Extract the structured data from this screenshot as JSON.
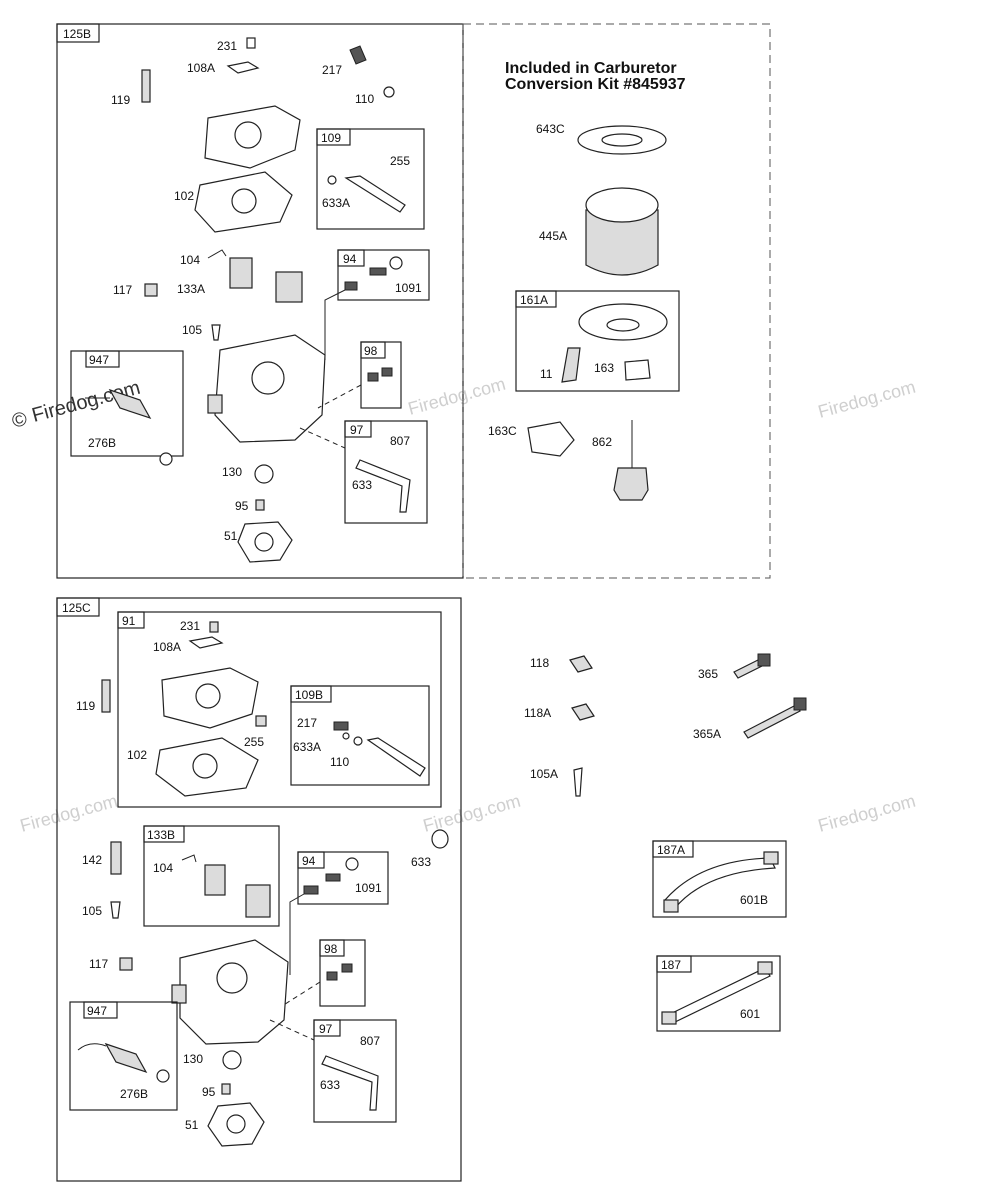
{
  "kit_heading": {
    "line1": "Included in Carburetor",
    "line2": "Conversion Kit #845937"
  },
  "watermarks": {
    "text": "Firedog.com",
    "copyright": "©"
  },
  "box_labels": {
    "b125B": "125B",
    "b109": "109",
    "b94": "94",
    "b947": "947",
    "b98": "98",
    "b97": "97",
    "b161A": "161A",
    "b125C": "125C",
    "b91": "91",
    "b109B": "109B",
    "b133B": "133B",
    "b94c": "94",
    "b98c": "98",
    "b947c": "947",
    "b97c": "97",
    "b187A": "187A",
    "b187": "187"
  },
  "part_labels": {
    "p231": "231",
    "p108A": "108A",
    "p217": "217",
    "p119": "119",
    "p110": "110",
    "p255": "255",
    "p633A": "633A",
    "p102": "102",
    "p104": "104",
    "p117": "117",
    "p133A": "133A",
    "p1091": "1091",
    "p105": "105",
    "p276B": "276B",
    "p807": "807",
    "p633": "633",
    "p130": "130",
    "p95": "95",
    "p51": "51",
    "p643C": "643C",
    "p445A": "445A",
    "p11": "11",
    "p163": "163",
    "p163C": "163C",
    "p862": "862",
    "c231": "231",
    "c108A": "108A",
    "c119": "119",
    "c102": "102",
    "c255": "255",
    "c217": "217",
    "c633A": "633A",
    "c110": "110",
    "c142": "142",
    "c104": "104",
    "c105": "105",
    "c1091": "1091",
    "c633top": "633",
    "c117": "117",
    "c276B": "276B",
    "c130": "130",
    "c95": "95",
    "c51": "51",
    "c807": "807",
    "c633": "633",
    "r118": "118",
    "r118A": "118A",
    "r105A": "105A",
    "r365": "365",
    "r365A": "365A",
    "r601B": "601B",
    "r601": "601"
  },
  "colors": {
    "ink": "#222222",
    "watermark": "#cfcfcf"
  }
}
